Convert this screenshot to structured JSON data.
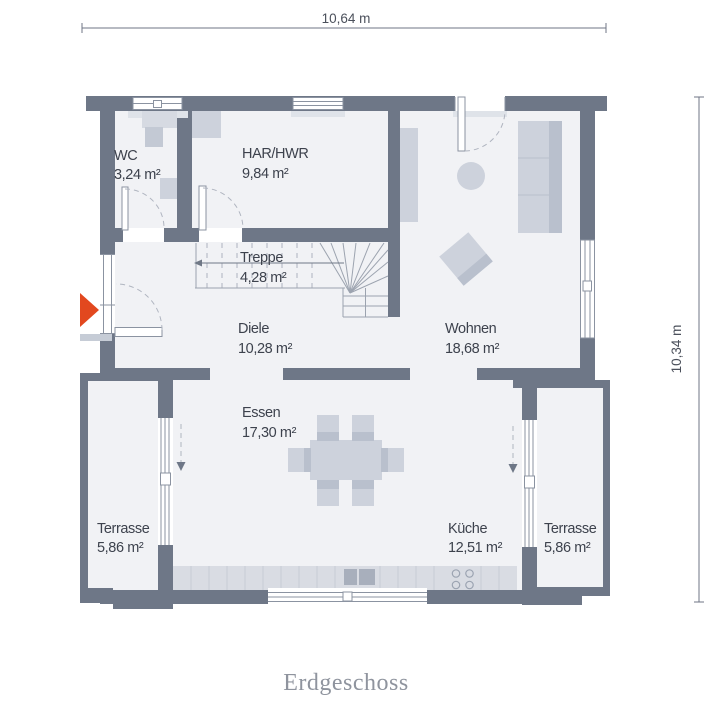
{
  "dimensions": {
    "width": "10,64 m",
    "height": "10,34 m"
  },
  "floor_label": "Erdgeschoss",
  "rooms": [
    {
      "id": "wc",
      "name": "WC",
      "area": "3,24 m²"
    },
    {
      "id": "har-hwr",
      "name": "HAR/HWR",
      "area": "9,84 m²"
    },
    {
      "id": "treppe",
      "name": "Treppe",
      "area": "4,28 m²"
    },
    {
      "id": "diele",
      "name": "Diele",
      "area": "10,28 m²"
    },
    {
      "id": "wohnen",
      "name": "Wohnen",
      "area": "18,68 m²"
    },
    {
      "id": "essen",
      "name": "Essen",
      "area": "17,30 m²"
    },
    {
      "id": "kueche",
      "name": "Küche",
      "area": "12,51 m²"
    },
    {
      "id": "terrasse-links",
      "name": "Terrasse",
      "area": "5,86 m²"
    },
    {
      "id": "terrasse-rechts",
      "name": "Terrasse",
      "area": "5,86 m²"
    }
  ],
  "markers": {
    "entrance_icon": "entrance-arrow-icon"
  },
  "colors": {
    "wall": "#6e7787",
    "floor": "#f1f2f5",
    "furniture": "#cdd2dc",
    "furniture_dark": "#b9c0cd",
    "accent_arrow": "#e2481f",
    "label_text": "#3d424d",
    "dim_text": "#4b505b",
    "title_text": "#8f949e"
  }
}
